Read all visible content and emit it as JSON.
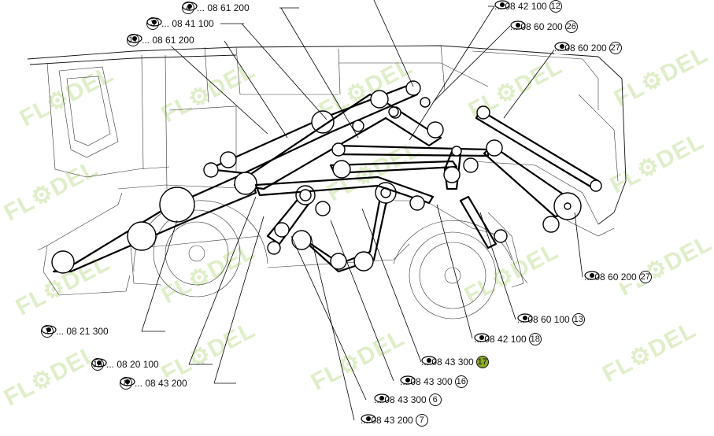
{
  "callouts": [
    {
      "id": "c4",
      "num": "4",
      "text": "... 08 61 200",
      "side": "left"
    },
    {
      "id": "c3",
      "num": "3",
      "text": "... 08 41 100",
      "side": "left"
    },
    {
      "id": "c11",
      "num": "11",
      "text": "... 08 61 200",
      "side": "left"
    },
    {
      "id": "c12",
      "num": "12",
      "text": "... 08 42 100",
      "side": "right"
    },
    {
      "id": "c26",
      "num": "26",
      "text": "... 08 60 200",
      "side": "right"
    },
    {
      "id": "c27a",
      "num": "27",
      "text": "... 08 60 200",
      "side": "right"
    },
    {
      "id": "c27b",
      "num": "27",
      "text": "... 08 60 200",
      "side": "right"
    },
    {
      "id": "c13",
      "num": "13",
      "text": "... 08 60 100",
      "side": "right"
    },
    {
      "id": "c18",
      "num": "18",
      "text": "... 08 42 100",
      "side": "right"
    },
    {
      "id": "c17",
      "num": "17",
      "text": "... 08 43 300",
      "side": "right",
      "highlight": true
    },
    {
      "id": "c16",
      "num": "16",
      "text": "... 08 43 300",
      "side": "right"
    },
    {
      "id": "c6",
      "num": "6",
      "text": "... 08 43 300",
      "side": "right"
    },
    {
      "id": "c7",
      "num": "7",
      "text": "... 08 43 200",
      "side": "right"
    },
    {
      "id": "c1",
      "num": "1",
      "text": "... 08 21 300",
      "side": "left"
    },
    {
      "id": "c15",
      "num": "15",
      "text": "... 08 20 100",
      "side": "left"
    },
    {
      "id": "c8",
      "num": "8",
      "text": "... 08 43 200",
      "side": "left"
    }
  ],
  "watermark": {
    "text": "FL  DEL",
    "color": "#8cc33c"
  },
  "highlight_color": "#8cab2e"
}
